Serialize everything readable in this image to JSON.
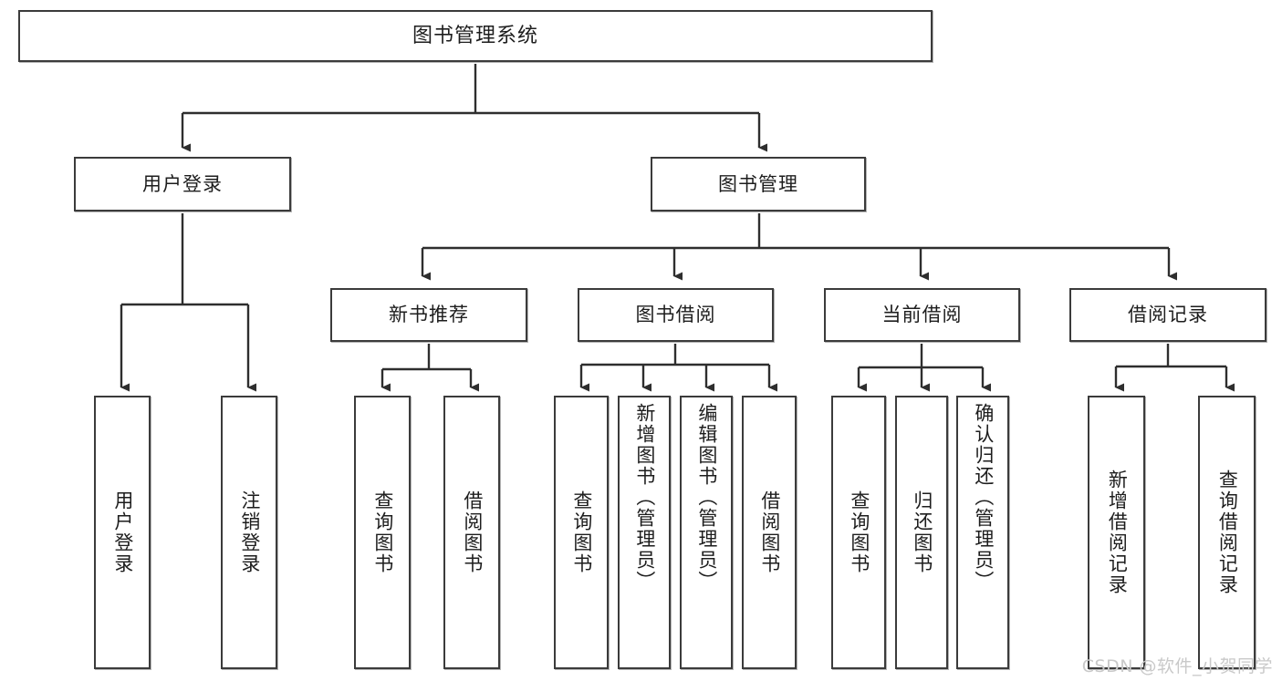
{
  "diagram": {
    "title": "图书管理系统",
    "type": "tree",
    "watermark": "CSDN @软件_小贺同学",
    "root": {
      "label": "图书管理系统"
    },
    "level2": [
      {
        "label": "用户登录"
      },
      {
        "label": "图书管理"
      }
    ],
    "level3": [
      {
        "label": "新书推荐"
      },
      {
        "label": "图书借阅"
      },
      {
        "label": "当前借阅"
      },
      {
        "label": "借阅记录"
      }
    ],
    "leaves": {
      "user_login": [
        {
          "label": "用户登录"
        },
        {
          "label": "注销登录"
        }
      ],
      "new_book_recommend": [
        {
          "label": "查询图书"
        },
        {
          "label": "借阅图书"
        }
      ],
      "book_borrow": [
        {
          "label": "查询图书"
        },
        {
          "label": "新增图书（管理员）"
        },
        {
          "label": "编辑图书（管理员）"
        },
        {
          "label": "借阅图书"
        }
      ],
      "current_borrow": [
        {
          "label": "查询图书"
        },
        {
          "label": "归还图书"
        },
        {
          "label": "确认归还（管理员）"
        }
      ],
      "borrow_record": [
        {
          "label": "新增借阅记录"
        },
        {
          "label": "查询借阅记录"
        }
      ]
    },
    "colors": {
      "stroke": "#3b3b3b",
      "text": "#1d1d1d",
      "background": "#ffffff",
      "watermark": "#c9c9c9"
    }
  }
}
